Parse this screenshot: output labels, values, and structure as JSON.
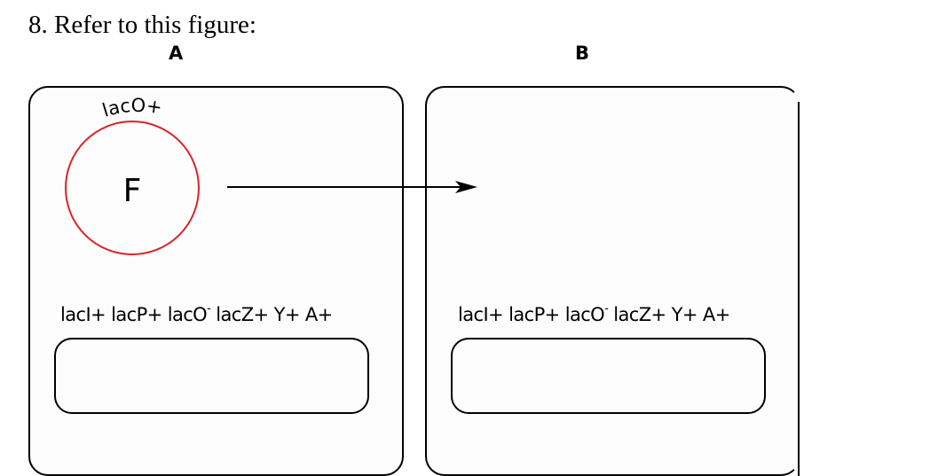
{
  "question": "8. Refer to this figure:",
  "panels": [
    {
      "label": "A",
      "genotype": {
        "lacI": "lacI+",
        "lacP": "lacP+",
        "lacO": "lacO",
        "lacO_sup": "-",
        "rest": "lacZ+ Y+ A+"
      }
    },
    {
      "label": "B",
      "genotype": {
        "lacI": "lacI+",
        "lacP": "lacP+",
        "lacO": "lacO",
        "lacO_sup": "-",
        "rest": "lacZ+ Y+ A+"
      }
    }
  ],
  "plasmid": {
    "label": "F",
    "gene_label": "lacO",
    "gene_sign": "+",
    "color": "#d9232a"
  },
  "arrow": {
    "from": "A",
    "to": "B"
  }
}
